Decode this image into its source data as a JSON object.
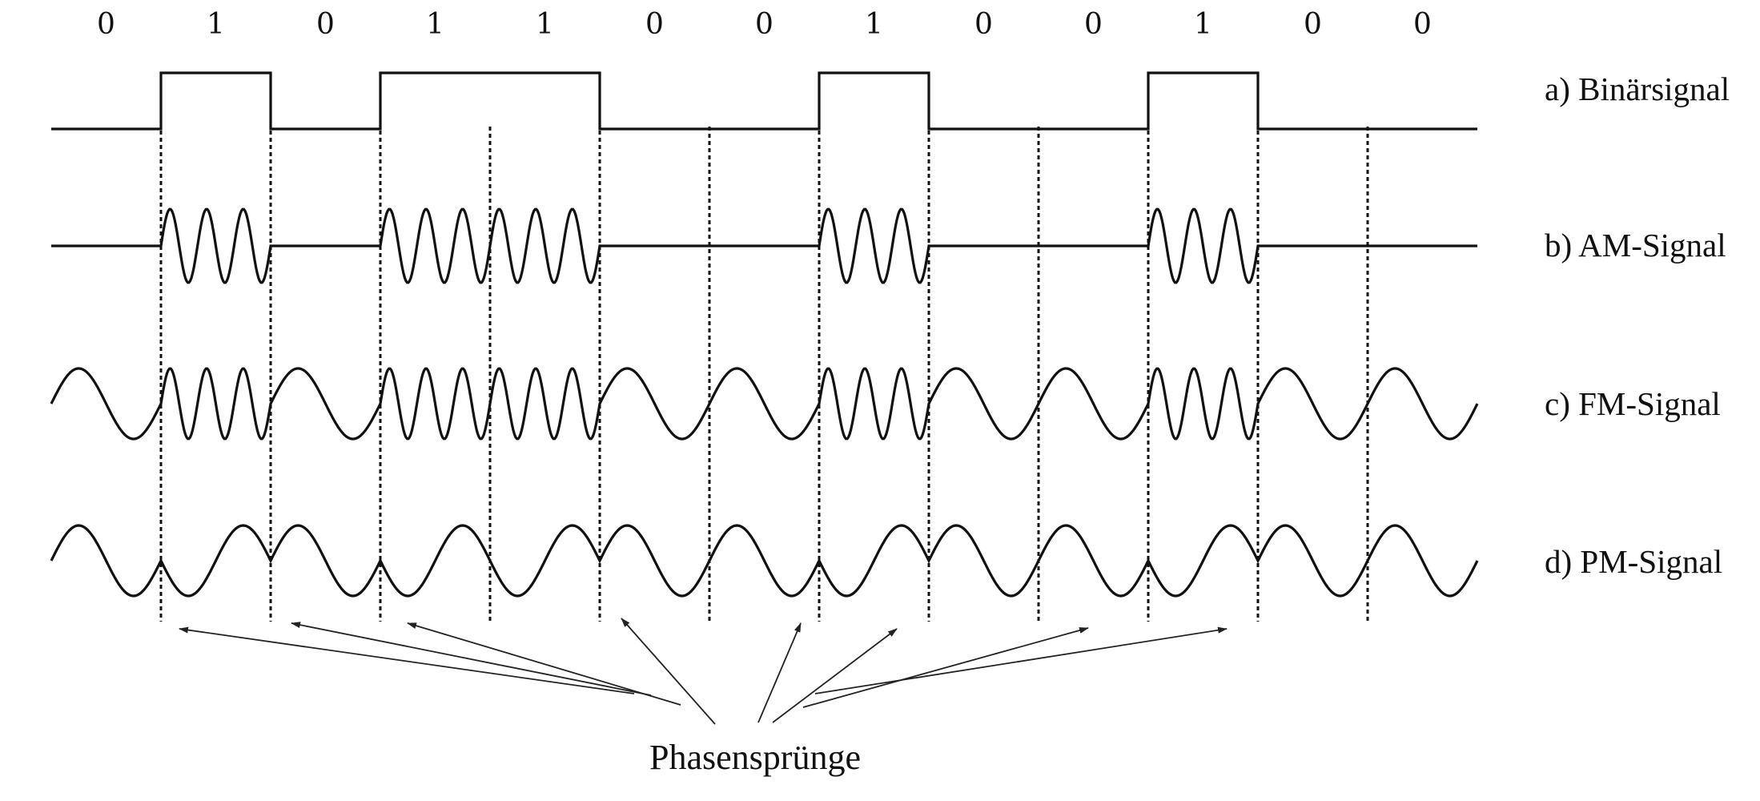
{
  "bits": [
    "0",
    "1",
    "0",
    "1",
    "1",
    "0",
    "0",
    "1",
    "0",
    "0",
    "1",
    "0",
    "0"
  ],
  "labels": {
    "binary": "a) Binärsignal",
    "am": "b) AM-Signal",
    "fm": "c) FM-Signal",
    "pm": "d) PM-Signal"
  },
  "caption": "Phasensprünge",
  "style": {
    "ink": "#111111",
    "background": "#ffffff"
  }
}
